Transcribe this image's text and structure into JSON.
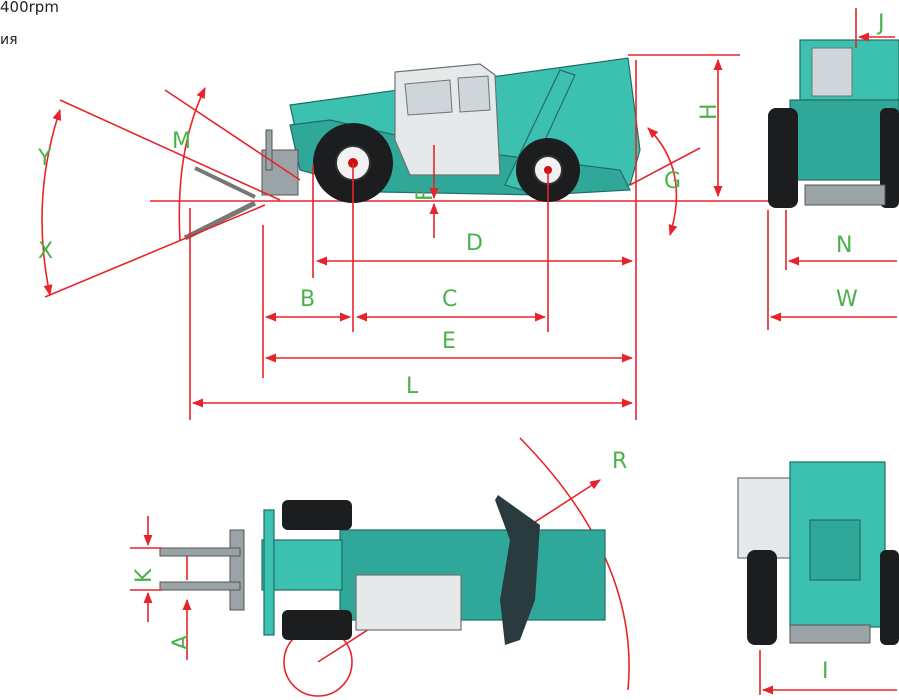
{
  "header": {
    "line1": "400rpm",
    "line2": "ия"
  },
  "labels": {
    "Y": "Y",
    "X": "X",
    "M": "M",
    "F": "F",
    "H": "H",
    "G": "G",
    "D": "D",
    "B": "B",
    "C": "C",
    "E": "E",
    "L": "L",
    "J": "J",
    "N": "N",
    "W": "W",
    "R": "R",
    "K": "K",
    "A": "A",
    "I": "I"
  },
  "colors": {
    "dimension": "#e8242a",
    "label": "#4bb24b",
    "machine": "#2fa89a"
  }
}
